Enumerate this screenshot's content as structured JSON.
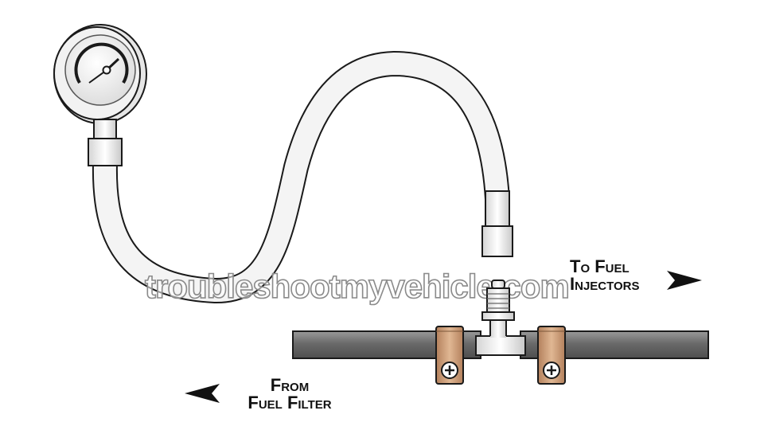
{
  "labels": {
    "to_line1": "To Fuel",
    "to_line2": "Injectors",
    "from_line1": "From",
    "from_line2": "Fuel Filter"
  },
  "watermark": "troubleshootmyvehicle.com",
  "colors": {
    "fuel_line": "#6e6e6e",
    "clamp": "#c99a74",
    "hose": "#f4f4f4",
    "outline": "#1a1a1a",
    "arrow": "#111111"
  },
  "icons": [
    "pressure-gauge-icon",
    "direction-arrow-icon",
    "clamp-screw-icon"
  ]
}
